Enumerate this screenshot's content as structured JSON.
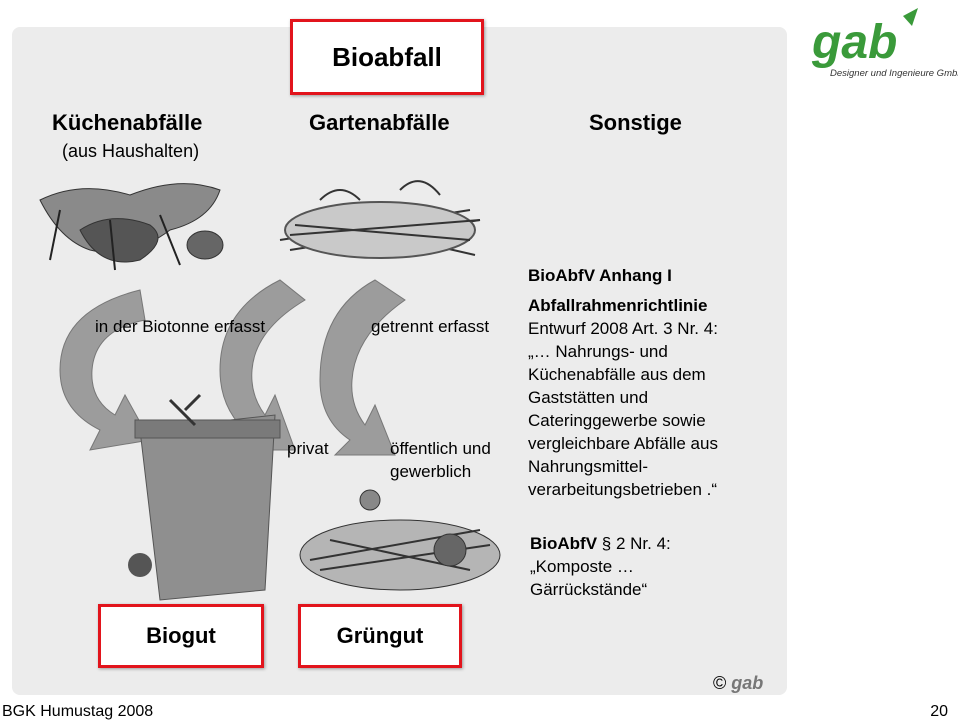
{
  "title": "Bioabfall",
  "categories": {
    "kitchen": "Küchenabfälle",
    "kitchen_sub": "(aus Haushalten)",
    "garden": "Gartenabfälle",
    "other": "Sonstige"
  },
  "labels": {
    "biotonne": "in der Biotonne erfasst",
    "getrennt": "getrennt erfasst",
    "privat": "privat",
    "oeffentlich_1": "öffentlich und",
    "oeffentlich_2": "gewerblich"
  },
  "info1": {
    "line1": "BioAbfV Anhang I",
    "line2": "Abfallrahmenrichtlinie",
    "line3": "Entwurf 2008 Art. 3 Nr. 4:",
    "line4": "„… Nahrungs- und",
    "line5": "Küchenabfälle aus dem",
    "line6": "Gaststätten und",
    "line7": "Cateringgewerbe sowie",
    "line8": "vergleichbare Abfälle aus",
    "line9": "Nahrungsmittel-",
    "line10": "verarbeitungsbetrieben .“"
  },
  "info2": {
    "line1_bold": "BioAbfV",
    "line1_rest": " § 2 Nr. 4:",
    "line2": "„Komposte …",
    "line3": "Gärrückstände“"
  },
  "bottom": {
    "biogut": "Biogut",
    "gruengut": "Grüngut"
  },
  "logo": {
    "text": "gab",
    "tagline": "Designer und Ingenieure GmbH"
  },
  "copyright": "©",
  "footer": {
    "left": "BGK Humustag 2008",
    "page": "20"
  },
  "colors": {
    "accent_red": "#e2141c",
    "logo_green": "#3a9a3a",
    "panel_grey": "#ececec"
  }
}
